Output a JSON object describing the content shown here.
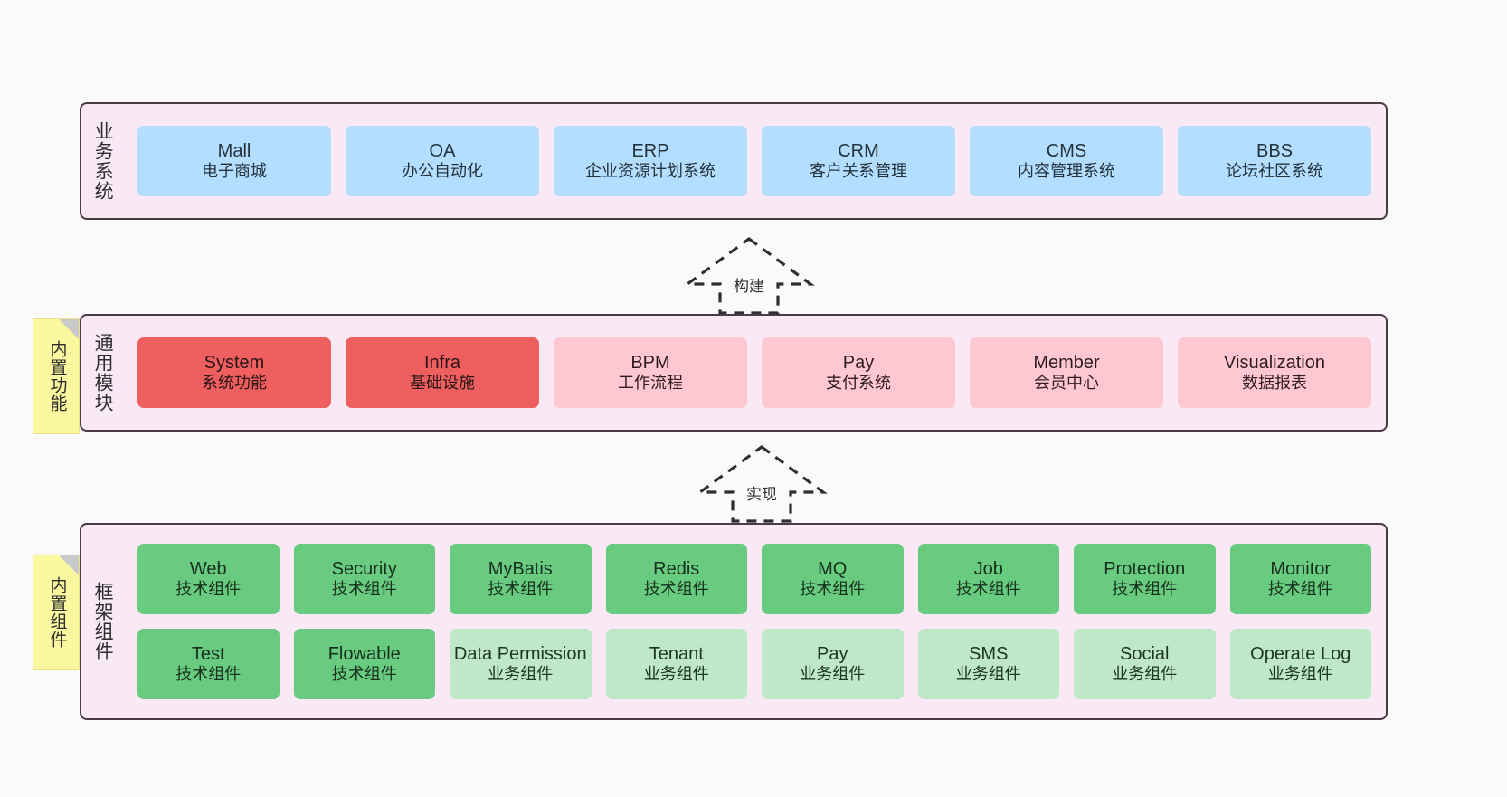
{
  "diagram": {
    "background": "#fafafa",
    "layers": [
      {
        "id": "business-systems",
        "label": "业务系统",
        "cards": [
          {
            "title": "Mall",
            "sub": "电子商城",
            "color": "#b3deff"
          },
          {
            "title": "OA",
            "sub": "办公自动化",
            "color": "#b3deff"
          },
          {
            "title": "ERP",
            "sub": "企业资源计划系统",
            "color": "#b3deff"
          },
          {
            "title": "CRM",
            "sub": "客户关系管理",
            "color": "#b3deff"
          },
          {
            "title": "CMS",
            "sub": "内容管理系统",
            "color": "#b3deff"
          },
          {
            "title": "BBS",
            "sub": "论坛社区系统",
            "color": "#b3deff"
          }
        ]
      },
      {
        "id": "common-modules",
        "label": "通用模块",
        "note": "内置功能",
        "cards": [
          {
            "title": "System",
            "sub": "系统功能",
            "color": "#ef5f60"
          },
          {
            "title": "Infra",
            "sub": "基础设施",
            "color": "#ef5f60"
          },
          {
            "title": "BPM",
            "sub": "工作流程",
            "color": "#ffc7d1"
          },
          {
            "title": "Pay",
            "sub": "支付系统",
            "color": "#ffc7d1"
          },
          {
            "title": "Member",
            "sub": "会员中心",
            "color": "#ffc7d1"
          },
          {
            "title": "Visualization",
            "sub": "数据报表",
            "color": "#ffc7d1"
          }
        ]
      },
      {
        "id": "framework-components",
        "label": "框架组件",
        "note": "内置组件",
        "row_top": [
          {
            "title": "Web",
            "sub": "技术组件",
            "color": "#68cb7f"
          },
          {
            "title": "Security",
            "sub": "技术组件",
            "color": "#68cb7f"
          },
          {
            "title": "MyBatis",
            "sub": "技术组件",
            "color": "#68cb7f"
          },
          {
            "title": "Redis",
            "sub": "技术组件",
            "color": "#68cb7f"
          },
          {
            "title": "MQ",
            "sub": "技术组件",
            "color": "#68cb7f"
          },
          {
            "title": "Job",
            "sub": "技术组件",
            "color": "#68cb7f"
          },
          {
            "title": "Protection",
            "sub": "技术组件",
            "color": "#68cb7f"
          },
          {
            "title": "Monitor",
            "sub": "技术组件",
            "color": "#68cb7f"
          }
        ],
        "row_bottom": [
          {
            "title": "Test",
            "sub": "技术组件",
            "color": "#68cb7f"
          },
          {
            "title": "Flowable",
            "sub": "技术组件",
            "color": "#68cb7f"
          },
          {
            "title": "Data Permission",
            "sub": "业务组件",
            "color": "#bfe8c8"
          },
          {
            "title": "Tenant",
            "sub": "业务组件",
            "color": "#bfe8c8"
          },
          {
            "title": "Pay",
            "sub": "业务组件",
            "color": "#bfe8c8"
          },
          {
            "title": "SMS",
            "sub": "业务组件",
            "color": "#bfe8c8"
          },
          {
            "title": "Social",
            "sub": "业务组件",
            "color": "#bfe8c8"
          },
          {
            "title": "Operate Log",
            "sub": "业务组件",
            "color": "#bfe8c8"
          }
        ]
      }
    ],
    "connectors": [
      {
        "id": "build",
        "label": "构建"
      },
      {
        "id": "implement",
        "label": "实现"
      }
    ]
  }
}
